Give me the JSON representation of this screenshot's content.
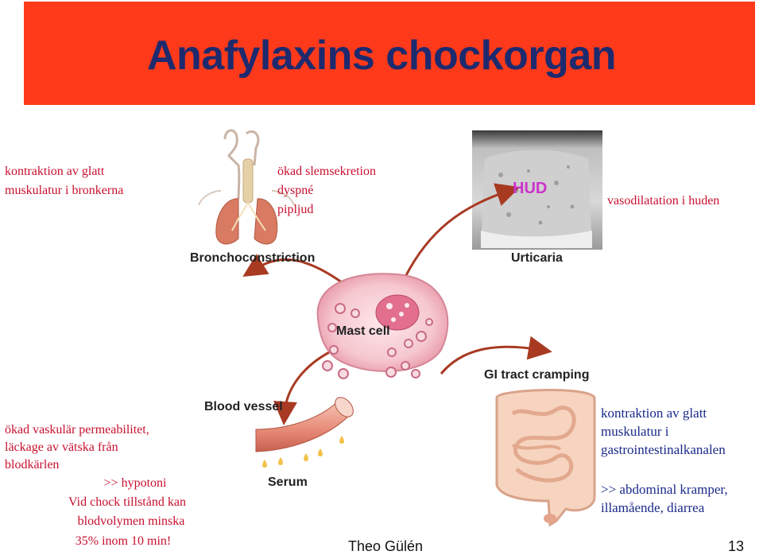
{
  "slide": {
    "title": "Anafylaxins chockorgan",
    "bronchi_effect_line1": "kontraktion av glatt",
    "bronchi_effect_line2": "muskulatur i bronkerna",
    "resp_symptom1": "ökad slemsekretion",
    "resp_symptom2": "dyspné",
    "resp_symptom3": "pipljud",
    "skin_tag": "HUD",
    "skin_effect": "vasodilatation i huden",
    "vessel_effect_line1": "ökad vaskulär permeabilitet,",
    "vessel_effect_line2": "läckage av vätska från",
    "vessel_effect_line3": "blodkärlen",
    "vessel_result1": ">> hypotoni",
    "vessel_result2": "Vid chock tillstånd kan",
    "vessel_result3": "blodvolymen minska",
    "vessel_result4": "35% inom 10 min!",
    "gi_effect_line1": "kontraktion av glatt",
    "gi_effect_line2": "muskulatur i",
    "gi_effect_line3": "gastrointestinalkanalen",
    "gi_result_line1": ">> abdominal kramper,",
    "gi_result_line2": "illamående, diarrea",
    "author": "Theo Gülén",
    "page_number": "13"
  },
  "figure": {
    "label_bronchoconstriction": "Bronchoconstriction",
    "label_urticaria": "Urticaria",
    "label_mast_cell": "Mast cell",
    "label_gi": "GI tract cramping",
    "label_blood_vessel": "Blood vessel",
    "label_serum": "Serum"
  },
  "colors": {
    "banner": "#ff3a1a",
    "title": "#1e2a6e",
    "red_text": "#c8102e",
    "navy_text": "#1a2a8a",
    "hud_tag": "#cc33cc",
    "arrow": "#a83a22"
  }
}
